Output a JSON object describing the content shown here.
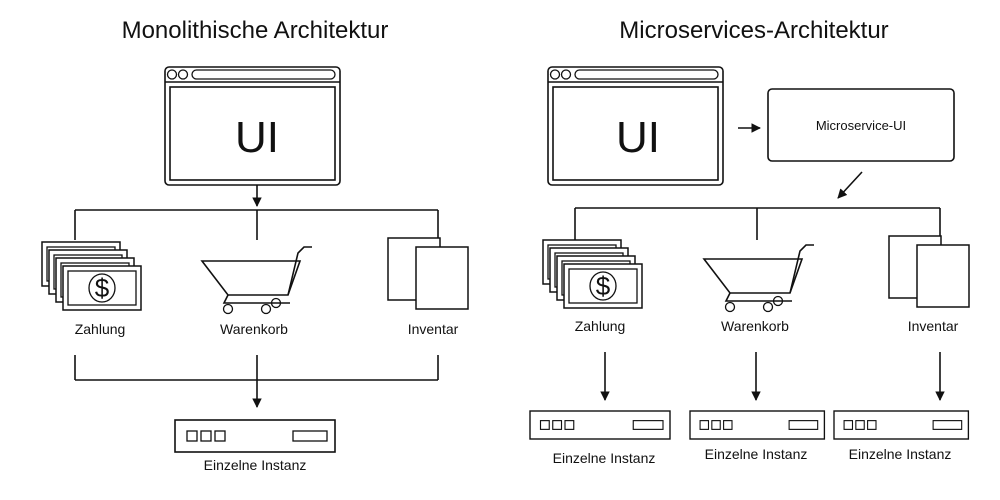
{
  "monolith": {
    "title": "Monolithische Architektur",
    "ui_label": "UI",
    "modules": {
      "payment": "Zahlung",
      "cart": "Warenkorb",
      "inventory": "Inventar"
    },
    "instance": "Einzelne Instanz"
  },
  "microservices": {
    "title": "Microservices-Architektur",
    "ui_label": "UI",
    "service_ui": "Microservice-UI",
    "modules": {
      "payment": "Zahlung",
      "cart": "Warenkorb",
      "inventory": "Inventar"
    },
    "instances": [
      "Einzelne Instanz",
      "Einzelne Instanz",
      "Einzelne Instanz"
    ]
  },
  "icons": {
    "money": "money-stack-icon",
    "cart": "shopping-cart-icon",
    "documents": "documents-icon",
    "server": "server-icon",
    "window": "browser-window-icon",
    "dollar_sign": "$"
  }
}
